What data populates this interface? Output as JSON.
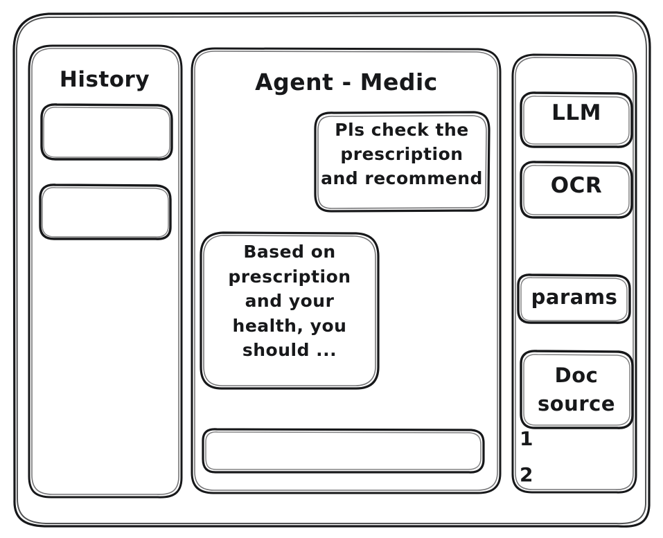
{
  "app": {
    "style": "hand-drawn-wireframe",
    "stroke_color": "#17181a",
    "background_color": "#ffffff"
  },
  "sidebar_left": {
    "title": "History",
    "items": [
      {
        "label": "",
        "name": "history-item-1"
      },
      {
        "label": "",
        "name": "history-item-2"
      }
    ]
  },
  "main": {
    "title": "Agent - Medic",
    "messages": [
      {
        "role": "user",
        "text": "Pls check the\nprescription\nand recommend"
      },
      {
        "role": "assistant",
        "text": "Based on\nprescription\nand your\nhealth, you\nshould ..."
      }
    ],
    "composer": {
      "value": "",
      "placeholder": ""
    }
  },
  "sidebar_right": {
    "buttons": [
      {
        "label": "LLM",
        "name": "llm-button"
      },
      {
        "label": "OCR",
        "name": "ocr-button"
      },
      {
        "label": "params",
        "name": "params-button"
      }
    ],
    "doc_source": {
      "label": "Doc\nsource",
      "items": [
        "1",
        "2"
      ]
    }
  }
}
